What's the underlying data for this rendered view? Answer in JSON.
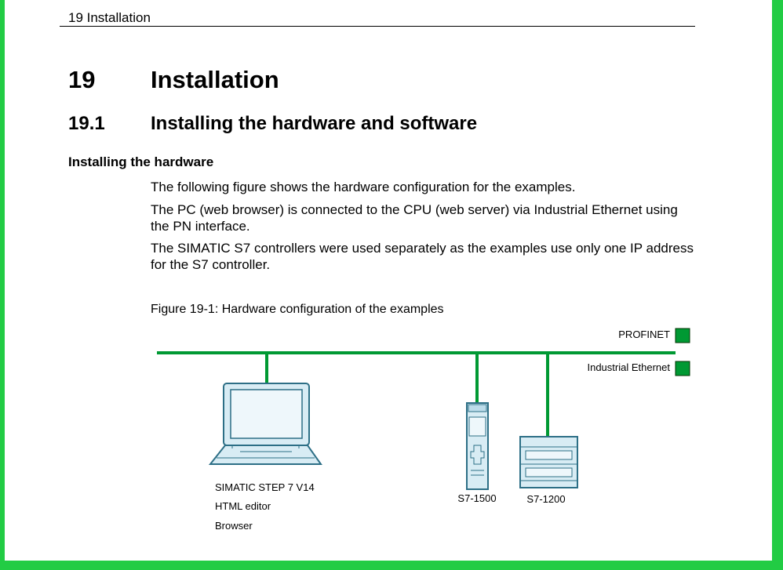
{
  "header": {
    "running_title": "19 Installation"
  },
  "chapter": {
    "number": "19",
    "title": "Installation"
  },
  "section": {
    "number": "19.1",
    "title": "Installing the hardware and software"
  },
  "subsection": {
    "title": "Installing the hardware"
  },
  "paragraphs": [
    "The following figure shows the hardware configuration for the examples.",
    "The PC (web browser) is connected to the CPU (web server) via Industrial Ethernet using the PN interface.",
    "The SIMATIC S7 controllers were used separately as the examples use only one IP address for the S7 controller."
  ],
  "figure": {
    "caption": "Figure 19-1: Hardware configuration of the examples",
    "legend": {
      "profinet": "PROFINET",
      "industrial_ethernet": "Industrial Ethernet",
      "color": "#009933"
    },
    "devices": {
      "pc": {
        "lines": [
          "SIMATIC STEP 7 V14",
          "HTML editor",
          "Browser"
        ]
      },
      "s7_1500": {
        "label": "S7-1500"
      },
      "s7_1200": {
        "label": "S7-1200"
      }
    },
    "device_color": "#2d6f86"
  }
}
